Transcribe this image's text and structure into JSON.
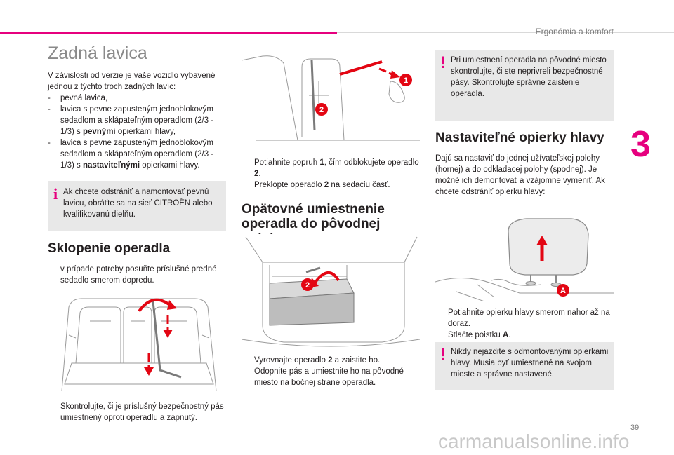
{
  "header": {
    "section": "Ergonómia a komfort",
    "chapter": "3"
  },
  "col1": {
    "title": "Zadná lavica",
    "intro": "V závislosti od verzie je vaše vozidlo vybavené jednou z týchto troch zadných lavíc:",
    "items": [
      {
        "dash": "-",
        "text": "pevná lavica,"
      },
      {
        "dash": "-",
        "pre": "lavica s pevne zapusteným jednoblokovým sedadlom a sklápateľným operadlom (2/3 - 1/3) s ",
        "bold": "pevnými",
        "post": " opierkami hlavy,"
      },
      {
        "dash": "-",
        "pre": "lavica s pevne zapusteným jednoblokovým sedadlom a sklápateľným operadlom (2/3 - 1/3) s ",
        "bold": "nastaviteľnými",
        "post": " opierkami hlavy."
      }
    ],
    "info": "Ak chcete odstrániť a namontovať pevnú lavicu, obráťte sa na sieť CITROËN alebo kvalifikovanú dielňu.",
    "info_icon": "i",
    "sub_title": "Sklopenie operadla",
    "step1": "v prípade potreby posuňte príslušné predné sedadlo smerom dopredu.",
    "step2": "Skontrolujte, či je príslušný bezpečnostný pás umiestnený oproti operadlu a zapnutý."
  },
  "col2": {
    "step1_pre": "Potiahnite popruh ",
    "step1_b1": "1",
    "step1_mid": ", čím odblokujete operadlo ",
    "step1_b2": "2",
    "step1_end": ".",
    "step2_pre": "Preklopte operadlo ",
    "step2_b": "2",
    "step2_end": " na sedaciu časť.",
    "title": "Opätovné umiestnenie operadla do pôvodnej polohy",
    "step3_pre": "Vyrovnajte operadlo ",
    "step3_b": "2",
    "step3_end": " a zaistite ho.",
    "step4": "Odopnite pás a umiestnite ho na pôvodné miesto na bočnej strane operadla.",
    "fig1_labels": [
      "1",
      "2"
    ],
    "fig2_labels": [
      "2"
    ]
  },
  "col3": {
    "warn1": "Pri umiestnení operadla na pôvodné miesto skontrolujte, či ste neprivreli bezpečnostné pásy. Skontrolujte správne zaistenie operadla.",
    "warn_icon": "!",
    "title": "Nastaviteľné opierky hlavy",
    "intro": "Dajú sa nastaviť do jednej užívateľskej polohy (hornej) a do odkladacej polohy (spodnej). Je možné ich demontovať a vzájomne vymeniť. Ak chcete odstrániť opierku hlavy:",
    "step1": "Potiahnite opierku hlavy smerom nahor až na doraz.",
    "step2_pre": "Stlačte poistku ",
    "step2_b": "A",
    "step2_end": ".",
    "warn2": "Nikdy nejazdite s odmontovanými opierkami hlavy. Musia byť umiestnené na svojom mieste a správne nastavené.",
    "fig_label": "A"
  },
  "bullet_glyph": "",
  "page_number": "39",
  "watermark": "carmanualsonline.info",
  "colors": {
    "accent": "#e6007e",
    "box": "#e8e8e8",
    "arrow": "#e30613"
  }
}
